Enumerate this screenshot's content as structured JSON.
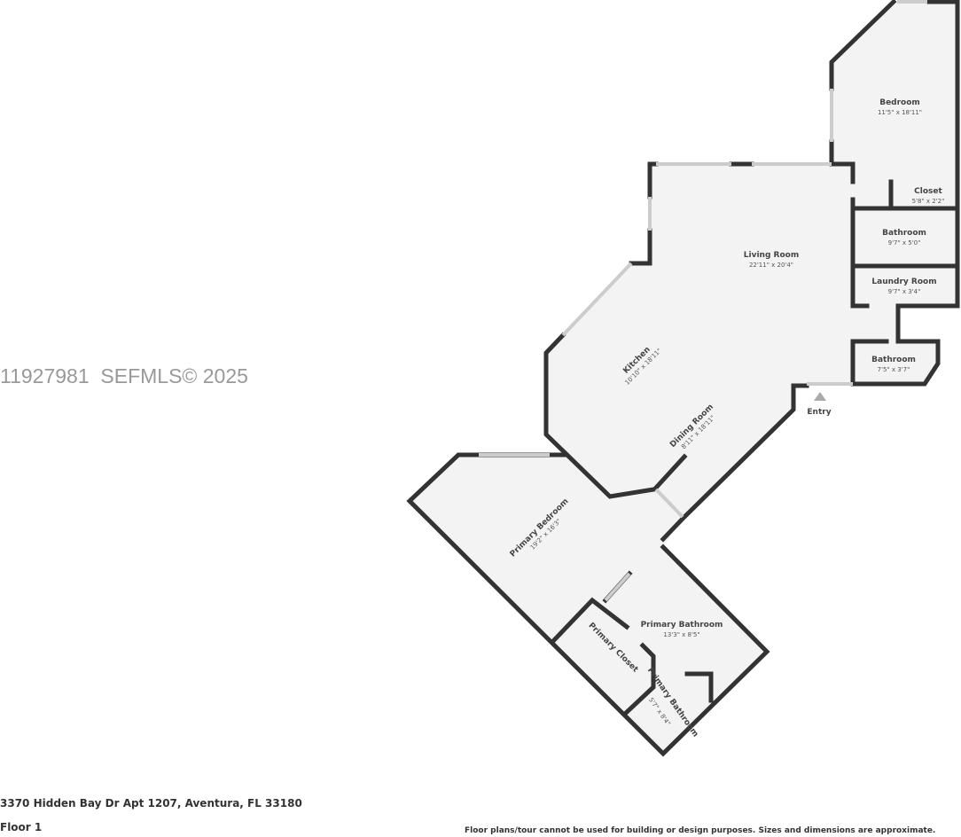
{
  "watermark": "11927981  SEFMLS© 2025",
  "address": "3370 Hidden Bay Dr Apt 1207, Aventura, FL 33180",
  "floor": "Floor 1",
  "disclaimer": "Floor plans/tour cannot be used for building or design purposes. Sizes and dimensions are approximate.",
  "entry_label": "Entry",
  "rooms": [
    {
      "name": "Bedroom",
      "dims": "11'5\" x 18'11\""
    },
    {
      "name": "Closet",
      "dims": "5'8\" x 2'2\""
    },
    {
      "name": "Bathroom",
      "dims": "9'7\" x 5'0\""
    },
    {
      "name": "Laundry Room",
      "dims": "9'7\" x 3'4\""
    },
    {
      "name": "Bathroom",
      "dims": "7'5\" x 3'7\""
    },
    {
      "name": "Living Room",
      "dims": "22'11\" x 20'4\""
    },
    {
      "name": "Kitchen",
      "dims": "10'10\" x 18'11\""
    },
    {
      "name": "Dining Room",
      "dims": "8'11\" x 18'11\""
    },
    {
      "name": "Primary Bedroom",
      "dims": "19'2\" x 16'3\""
    },
    {
      "name": "Primary Bathroom",
      "dims": "13'3\" x 8'5\""
    },
    {
      "name": "Primary Closet",
      "dims": ""
    },
    {
      "name": "Primary Bathroom",
      "dims": "5'7\" x 8'4\""
    }
  ],
  "colors": {
    "wall": "#333333",
    "floor": "#f3f3f3",
    "window": "#cccccc"
  }
}
